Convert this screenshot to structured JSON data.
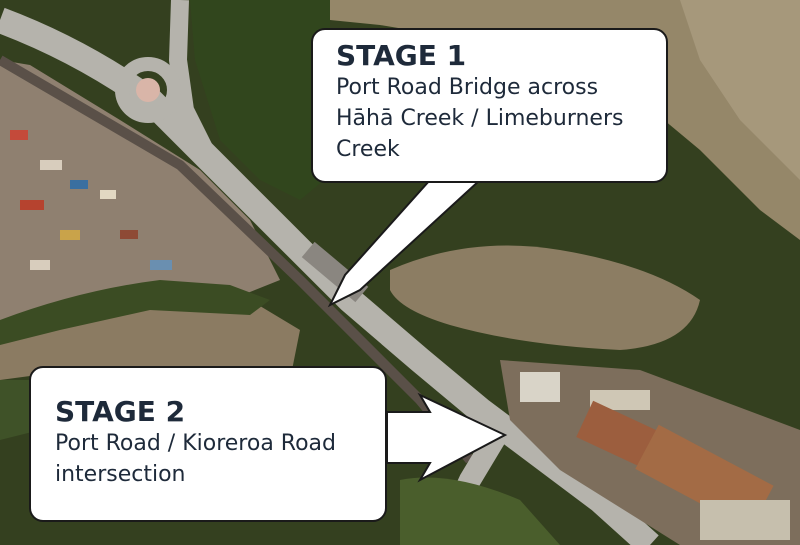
{
  "map": {
    "colors": {
      "water": "#2d3a1f",
      "tidal_flat": "#9a8a6e",
      "road": "#b3b1aa",
      "vegetation": "#3e5226",
      "industrial": "#8a7a68",
      "roof_rust": "#9a5a3a"
    }
  },
  "callouts": {
    "stage1": {
      "title": "STAGE 1",
      "description": "Port Road Bridge across Hāhā Creek / Limeburners Creek"
    },
    "stage2": {
      "title": "STAGE 2",
      "line1": "Port Road / Kioreroa Road",
      "line2": "intersection"
    }
  }
}
